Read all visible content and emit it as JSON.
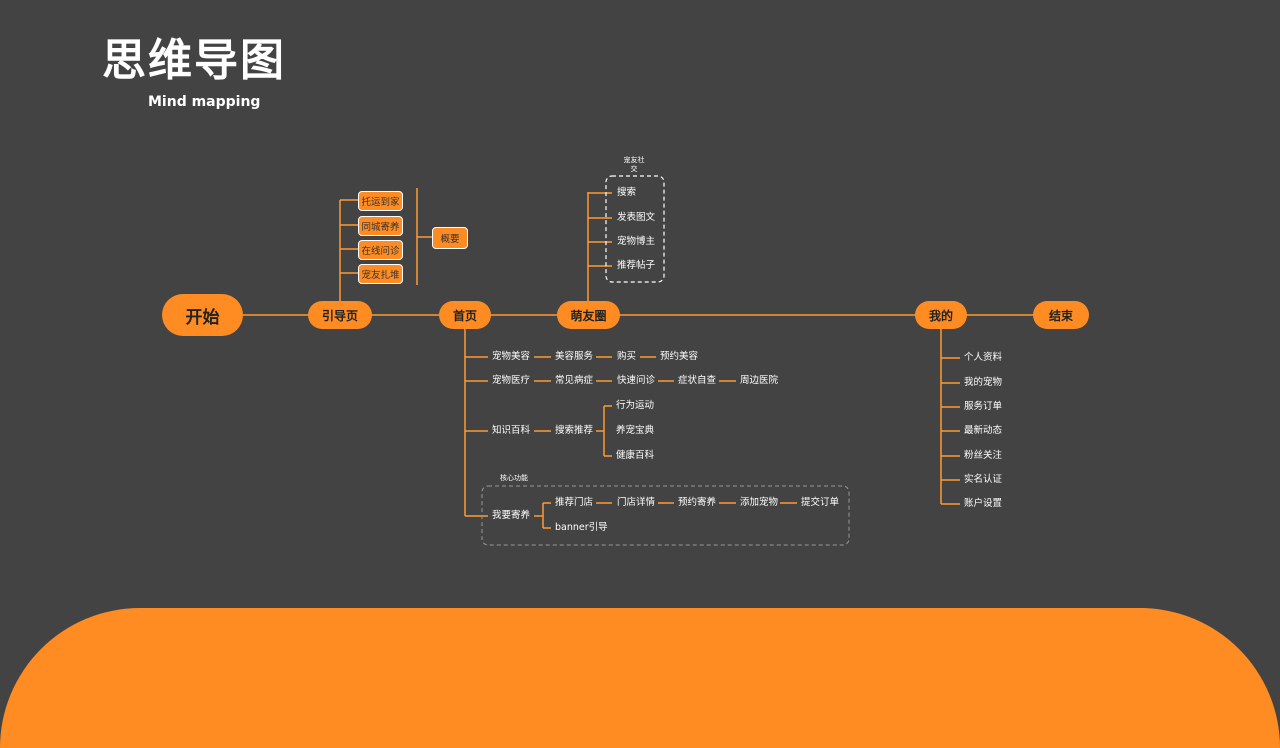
{
  "header": {
    "title": "思维导图",
    "subtitle": "Mind mapping"
  },
  "colors": {
    "background": "#434343",
    "accent": "#FF8C22",
    "line": "#FF9A33",
    "text": "#FFFFFF"
  },
  "main_nodes": {
    "start": "开始",
    "guide": "引导页",
    "home": "首页",
    "community": "萌友圈",
    "mine": "我的",
    "end": "结束"
  },
  "guide_branch": {
    "items": [
      "托运到家",
      "同城寄养",
      "在线问诊",
      "宠友扎堆"
    ],
    "summary": "概要"
  },
  "community_branch": {
    "group_label_line1": "宠友社",
    "group_label_line2": "交",
    "items": [
      "搜索",
      "发表图文",
      "宠物博主",
      "推荐帖子"
    ]
  },
  "home_branch": {
    "row1": [
      "宠物美容",
      "美容服务",
      "购买",
      "预约美容"
    ],
    "row2": [
      "宠物医疗",
      "常见病症",
      "快速问诊",
      "症状自查",
      "周边医院"
    ],
    "row3": {
      "root": "知识百科",
      "mid": "搜索推荐",
      "leaves": [
        "行为运动",
        "养宠宝典",
        "健康百科"
      ]
    },
    "core": {
      "label": "核心功能",
      "root": "我要寄养",
      "chain": [
        "推荐门店",
        "门店详情",
        "预约寄养",
        "添加宠物",
        "提交订单"
      ],
      "extra": "banner引导"
    }
  },
  "mine_branch": {
    "items": [
      "个人资料",
      "我的宠物",
      "服务订单",
      "最新动态",
      "粉丝关注",
      "实名认证",
      "账户设置"
    ]
  }
}
